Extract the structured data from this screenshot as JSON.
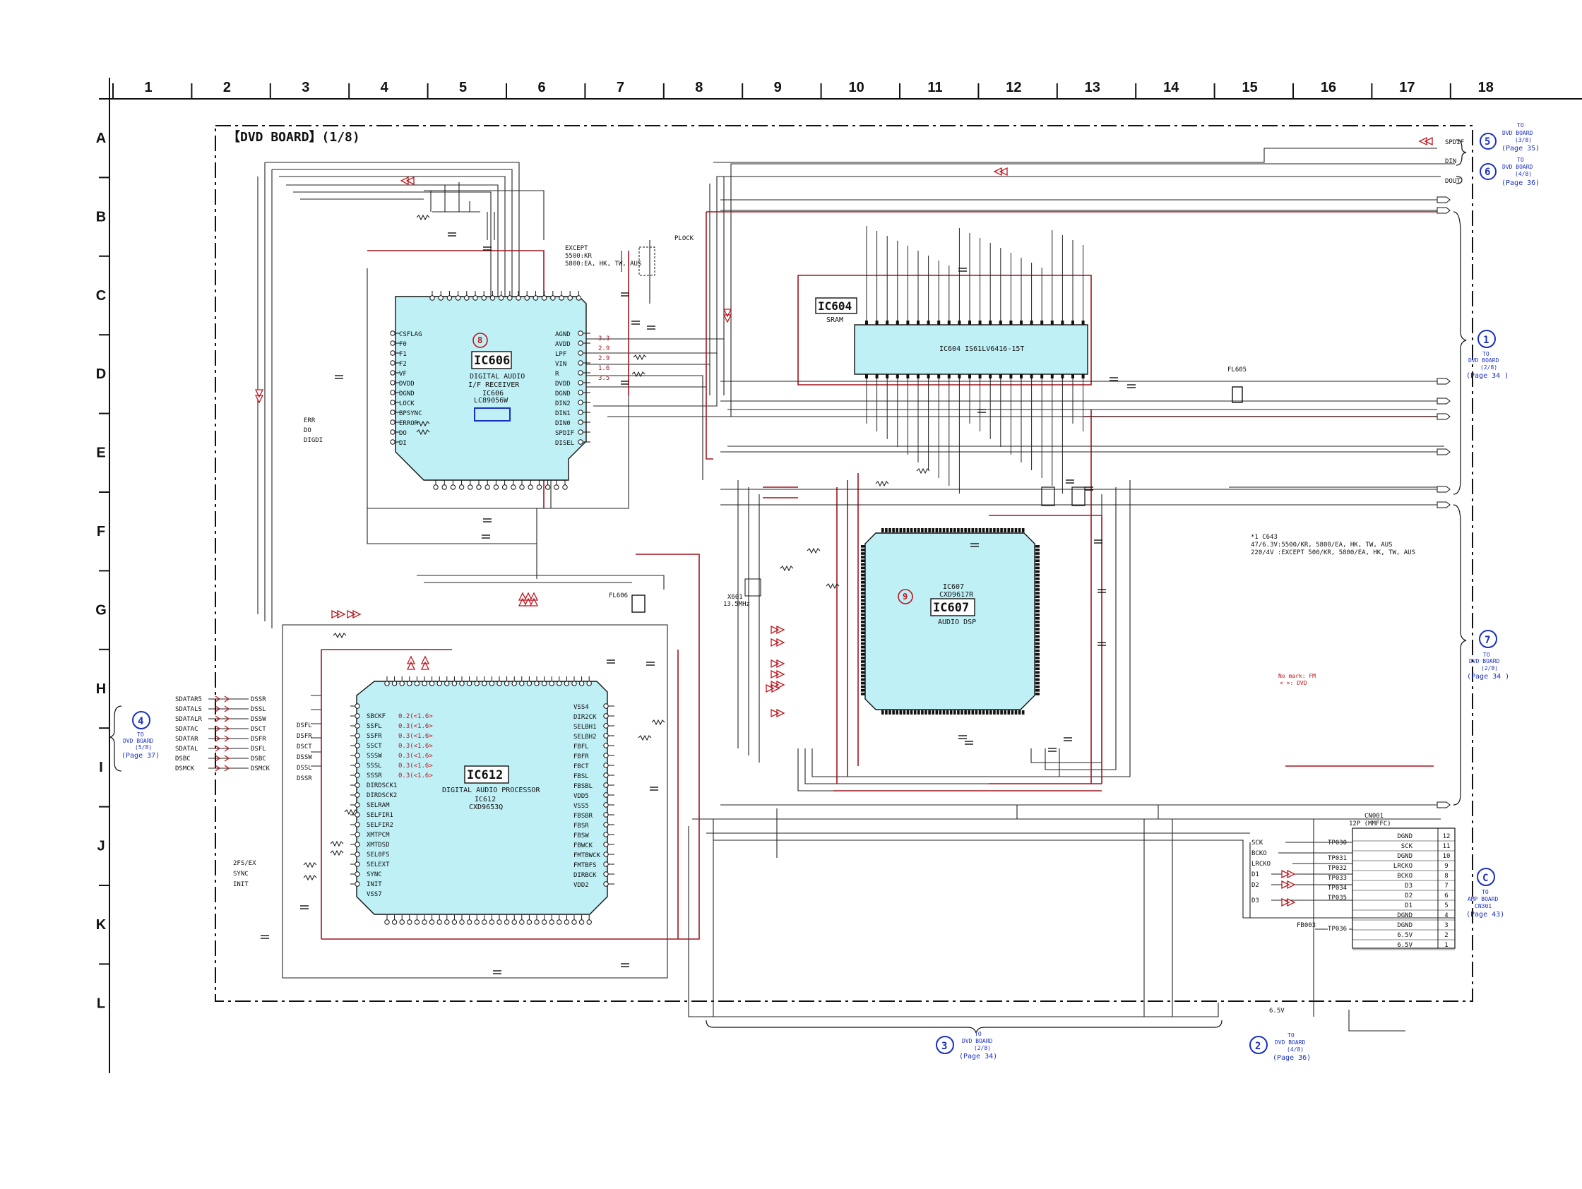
{
  "board_title": "【DVD BOARD】(1/8)",
  "grid_columns": [
    "1",
    "2",
    "3",
    "4",
    "5",
    "6",
    "7",
    "8",
    "9",
    "10",
    "11",
    "12",
    "13",
    "14",
    "15",
    "16",
    "17",
    "18"
  ],
  "grid_rows": [
    "A",
    "B",
    "C",
    "D",
    "E",
    "F",
    "G",
    "H",
    "I",
    "J",
    "K",
    "L"
  ],
  "ics": [
    {
      "id": "ic606",
      "ref": "IC606",
      "badge": "8",
      "desc1": "DIGITAL AUDIO",
      "desc2": "I/F RECEIVER",
      "desc3": "IC606",
      "desc4": "LC89056W"
    },
    {
      "id": "ic612",
      "ref": "IC612",
      "desc1": "DIGITAL AUDIO PROCESSOR",
      "desc2": "IC612",
      "desc3": "CXD9653Q"
    },
    {
      "id": "ic607",
      "ref": "IC607",
      "badge": "9",
      "desc1": "IC607",
      "desc2": "CXD9617R",
      "desc3": "AUDIO DSP"
    },
    {
      "id": "ic604",
      "ref": "IC604",
      "desc1": "SRAM",
      "desc2": "IC604 IS61LV6416-15T"
    }
  ],
  "connections": [
    {
      "id": "c5",
      "num": "5",
      "l1": "TO",
      "l2": "DVD BOARD",
      "l3": "(3/8)",
      "l4": "(Page 35)"
    },
    {
      "id": "c6",
      "num": "6",
      "l1": "TO",
      "l2": "DVD BOARD",
      "l3": "(4/8)",
      "l4": "(Page 36)"
    },
    {
      "id": "c1",
      "num": "1",
      "l1": "TO",
      "l2": "DVD BOARD",
      "l3": "(2/8)",
      "l4": "(Page 34 )"
    },
    {
      "id": "c7",
      "num": "7",
      "l1": "TO",
      "l2": "DVD BOARD",
      "l3": "(2/8)",
      "l4": "(Page 34 )"
    },
    {
      "id": "cC",
      "num": "C",
      "l1": "TO",
      "l2": "AMP BOARD",
      "l3": "CN301",
      "l4": "(Page 43)"
    },
    {
      "id": "c4",
      "num": "4",
      "l1": "TO",
      "l2": "DVD BOARD",
      "l3": "(5/8)",
      "l4": "(Page 37)"
    },
    {
      "id": "c3",
      "num": "3",
      "l1": "TO",
      "l2": "DVD BOARD",
      "l3": "(2/8)",
      "l4": "(Page 34)"
    },
    {
      "id": "c2",
      "num": "2",
      "l1": "TO",
      "l2": "DVD BOARD",
      "l3": "(4/8)",
      "l4": "(Page 36)"
    }
  ],
  "right_signals": [
    "SPDIF",
    "DIN",
    "DOUT"
  ],
  "left_signals": [
    "SDATAR5",
    "SDATALS",
    "SDATALR",
    "SDATAC",
    "SDATAR",
    "SDATAL",
    "DSBC",
    "DSMCK"
  ],
  "left_nets": [
    "DSSR",
    "DSSL",
    "DSSW",
    "DSCT",
    "DSFR",
    "DSFL",
    "DSBC",
    "DSMCK"
  ],
  "ic612_side_nets": [
    "DSFL",
    "DSFR",
    "DSCT",
    "DSSW",
    "DSSL",
    "DSSR"
  ],
  "ic612_side_pins": [
    "SBCKF",
    "SSFL",
    "SSFR",
    "SSCT",
    "SSSW",
    "SSSL",
    "SSSR",
    "DIRDSCK1",
    "DIRDSCK2",
    "SELRAM",
    "SELFIR1",
    "SELFIR2",
    "XMTPCM",
    "XMTDSD",
    "SEL0FS",
    "SELEXT",
    "SYNC",
    "INIT",
    "VSS7"
  ],
  "ic612_red_values": [
    "0.2(<1.6>",
    "0.3(<1.6>",
    "0.3(<1.6>",
    "0.3(<1.6>",
    "0.3(<1.6>",
    "0.3(<1.6>",
    "0.3(<1.6>"
  ],
  "ic612_right_pins": [
    "VSS4",
    "DIR2CK",
    "SELBH1",
    "SELBH2",
    "FBFL",
    "FBFR",
    "FBCT",
    "FBSL",
    "FBSBL",
    "VDD5",
    "VSS5",
    "FBSBR",
    "FBSR",
    "FBSW",
    "FBWCK",
    "FMTBWCK",
    "FMTBFS",
    "DIRBCK",
    "VDD2"
  ],
  "ic612_left_labels": [
    "2FS/EX",
    "SYNC",
    "INIT"
  ],
  "ic606_left_pins": [
    "CSFLAG",
    "F0",
    "F1",
    "F2",
    "VF",
    "DVDD",
    "DGND",
    "LOCK",
    "BPSYNC",
    "ERROR",
    "DO",
    "DI"
  ],
  "ic606_right_pins": [
    "AGND",
    "AVDD",
    "LPF",
    "VIN",
    "R",
    "DVDD",
    "DGND",
    "DIN2",
    "DIN1",
    "DIN0",
    "SPDIF",
    "DISEL"
  ],
  "ic606_left_nets": [
    "ERR",
    "DO",
    "DIGDI"
  ],
  "ic606_right_values": [
    "3.3",
    "2.9",
    "2.9",
    "1.6",
    "3.5"
  ],
  "cn001": {
    "title": "CN001",
    "subtitle": "12P (MMFFC)",
    "pins": [
      {
        "name": "DGND",
        "num": "12"
      },
      {
        "name": "SCK",
        "num": "11"
      },
      {
        "name": "DGND",
        "num": "10"
      },
      {
        "name": "LRCKO",
        "num": "9"
      },
      {
        "name": "BCKO",
        "num": "8"
      },
      {
        "name": "D3",
        "num": "7"
      },
      {
        "name": "D2",
        "num": "6"
      },
      {
        "name": "D1",
        "num": "5"
      },
      {
        "name": "DGND",
        "num": "4"
      },
      {
        "name": "DGND",
        "num": "3"
      },
      {
        "name": "6.5V",
        "num": "2"
      },
      {
        "name": "6.5V",
        "num": "1"
      }
    ]
  },
  "cn001_nets": [
    "SCK",
    "BCKO",
    "LRCKO",
    "D1",
    "D2",
    "D3"
  ],
  "testpoints": [
    "TP030",
    "TP031",
    "TP032",
    "TP033",
    "TP034",
    "TP035",
    "TP036"
  ],
  "note_c643": {
    "l1": "*1 C643",
    "l2": "47/6.3V:5500/KR, 5800/EA, HK, TW, AUS",
    "l3": "220/4V :EXCEPT 500/KR, 5800/EA, HK, TW, AUS"
  },
  "note_except": {
    "l1": "EXCEPT",
    "l2": "5500:KR",
    "l3": "5800:EA, HK, TW, AUS"
  },
  "note_mark": {
    "l1": "No mark: FM",
    "l2": "<  >: DVD"
  },
  "misc": {
    "plock": "PLOCK",
    "osc": "X601",
    "osc_freq": "13.5MHz",
    "fl605": "FL605",
    "fl606": "FL606",
    "fb003": "FB003",
    "sixfive": "6.5V"
  }
}
